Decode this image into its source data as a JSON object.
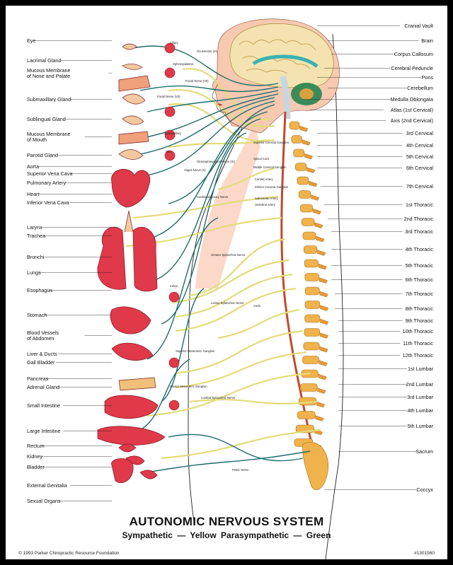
{
  "title": "AUTONOMIC NERVOUS SYSTEM",
  "subtitle": "Sympathetic — Yellow   Parasympathetic — Green",
  "copyright": "© 1993 Parker Chiropractic Resource Foundation",
  "catalog_number": "#1301560",
  "colors": {
    "sympathetic": "#e3dc7a",
    "parasympathetic": "#1f6b6b",
    "organ": "#e0394a",
    "spine": "#f0b24a"
  },
  "left_labels": [
    "Eye",
    "Lacrimal Gland",
    "Mucous Membrane of Nose and Palate",
    "Submaxillary Gland",
    "Sublingual Gland",
    "Mucous Membrane of Mouth",
    "Parotid Gland",
    "Aorta",
    "Superior Vena Cava",
    "Pulmonary Artery",
    "Heart",
    "Inferior Vena Cava",
    "Larynx",
    "Trachea",
    "Bronchi",
    "Lungs",
    "Esophagus",
    "Stomach",
    "Blood Vessels of Abdomen",
    "Liver & Ducts",
    "Gall Bladder",
    "Pancreas",
    "Adrenal Gland",
    "Small Intestine",
    "Large Intestine",
    "Rectum",
    "Kidney",
    "Bladder",
    "External Genitalia",
    "Sexual Organs"
  ],
  "right_labels": [
    "Cranial Vault",
    "Brain",
    "Corpus Callosum",
    "Cerebral Peduncle",
    "Pons",
    "Cerebellum",
    "Medulla Oblongata",
    "Atlas (1st Cervical)",
    "Axis (2nd Cervical)",
    "3rd Cervical",
    "4th Cervical",
    "5th Cervical",
    "6th Cervical",
    "7th Cervical",
    "1st Thoracic",
    "2nd Thoracic",
    "3rd Thoracic",
    "4th Thoracic",
    "5th Thoracic",
    "6th Thoracic",
    "7th Thoracic",
    "8th Thoracic",
    "9th Thoracic",
    "10th Thoracic",
    "11th Thoracic",
    "12th Thoracic",
    "1st Lumbar",
    "2nd Lumbar",
    "3rd Lumbar",
    "4th Lumbar",
    "5th Lumbar",
    "Sacrum",
    "Coccyx"
  ],
  "small_labels": [
    "Ciliary",
    "Oculomotor (III)",
    "Sphenopalatine",
    "Facial Nerve (VII)",
    "Facial Nerve (VII)",
    "Submaxillary",
    "Otic",
    "Glossopharyngeal Nerve (IX)",
    "Vagus Nerve (X)",
    "Superior Cervical Ganglion",
    "Spinal Cord",
    "Middle Cervical Ganglion",
    "Carotid Artery",
    "Inferior Cervical Ganglion",
    "Subclavian Artery",
    "Vertebral Artery",
    "Cardiopulmonary Nerve",
    "Greater Splanchnic Nerve",
    "Celiac",
    "Lesser Splanchnic Nerve",
    "Aorta",
    "Superior Mesenteric Ganglion",
    "Inferior Mesenteric Ganglion",
    "Lumbar Splanchnic Nerve",
    "Pelvic Nerve"
  ]
}
